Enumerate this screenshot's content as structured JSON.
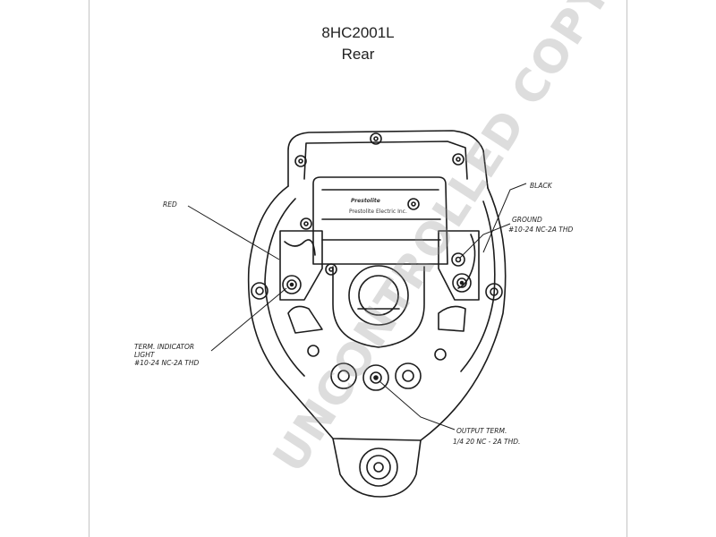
{
  "header": {
    "part_number": "8HC2001L",
    "view": "Rear"
  },
  "callouts": {
    "red": "RED",
    "black": "BLACK",
    "ground_line1": "GROUND",
    "ground_line2": "#10-24 NC-2A THD",
    "indicator_line1": "TERM. INDICATOR",
    "indicator_line2": "LIGHT",
    "indicator_line3": "#10-24 NC-2A THD",
    "output_line1": "OUTPUT TERM.",
    "output_line2": "1/4 20 NC - 2A THD."
  },
  "plate": {
    "brand": "Prestolite",
    "line1": "Prestolite Electric Inc."
  },
  "watermark": "UNCONTROLLED COPY",
  "colors": {
    "ink": "#1c1c1c",
    "frame": "#c4c4c4",
    "watermark": "#969696"
  }
}
